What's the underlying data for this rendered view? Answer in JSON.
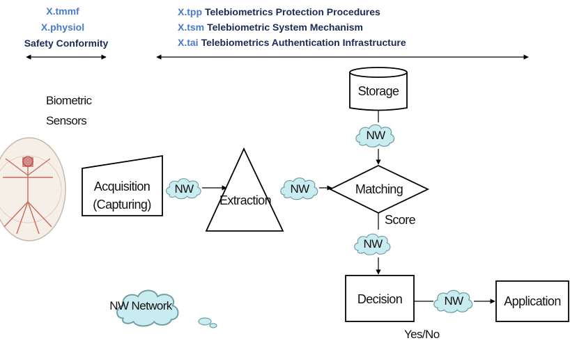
{
  "colors": {
    "code_blue": "#4a7ac9",
    "title_navy": "#1b2b55",
    "cloud_fill": "#c8ecef",
    "cloud_stroke": "#6f9ea3"
  },
  "header_left": {
    "lines": [
      "X.tmmf",
      "X.physiol",
      "Safety Conformity"
    ]
  },
  "header_right": {
    "lines": [
      {
        "code": "X.tpp",
        "title": "Telebiometrics Protection Procedures"
      },
      {
        "code": "X.tsm",
        "title": "Telebiometric System Mechanism"
      },
      {
        "code": "X.tai",
        "title": "Telebiometrics Authentication Infrastructure"
      }
    ]
  },
  "sensors": {
    "label_line1": "Biometric",
    "label_line2": "Sensors",
    "icon": "vitruvian-man-icon"
  },
  "nodes": {
    "acquisition_line1": "Acquisition",
    "acquisition_line2": "(Capturing)",
    "extraction": "Extraction",
    "matching": "Matching",
    "storage": "Storage",
    "decision": "Decision",
    "application": "Application"
  },
  "network_label": "NW",
  "legend_label": "NW Network",
  "edge_labels": {
    "score": "Score",
    "yes_no": "Yes/No"
  }
}
